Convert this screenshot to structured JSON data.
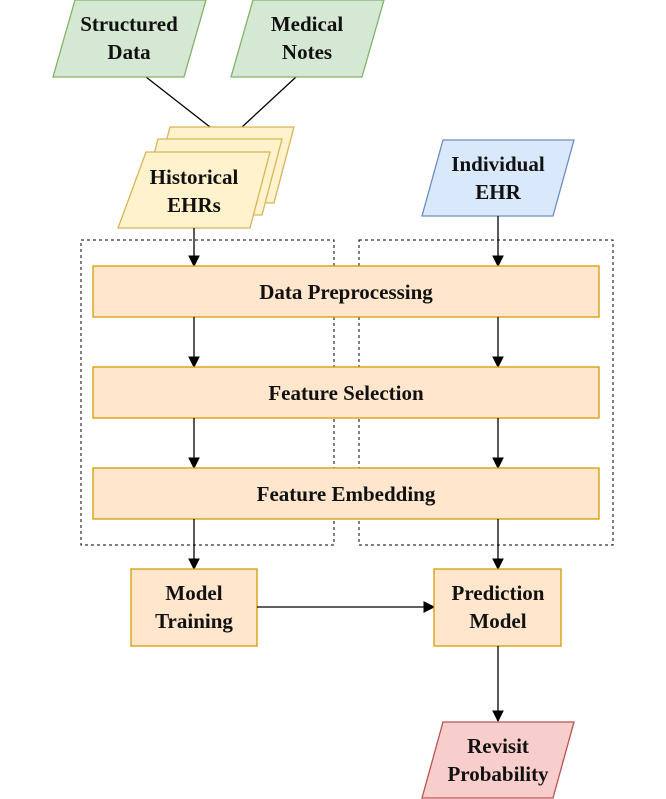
{
  "inputs": {
    "structured_data": [
      "Structured",
      "Data"
    ],
    "medical_notes": [
      "Medical",
      "Notes"
    ],
    "historical_ehrs": [
      "Historical",
      "EHRs"
    ],
    "individual_ehr": [
      "Individual",
      "EHR"
    ]
  },
  "pipeline": {
    "data_preprocessing": "Data Preprocessing",
    "feature_selection": "Feature Selection",
    "feature_embedding": "Feature Embedding"
  },
  "models": {
    "model_training": [
      "Model",
      "Training"
    ],
    "prediction_model": [
      "Prediction",
      "Model"
    ]
  },
  "output": {
    "revisit_probability": [
      "Revisit",
      "Probability"
    ]
  },
  "colors": {
    "green_fill": "#d5e8d4",
    "green_stroke": "#82b366",
    "yellow_fill": "#fff2cc",
    "yellow_stroke": "#d6b656",
    "blue_fill": "#dae8fc",
    "blue_stroke": "#6c8ebf",
    "orange_fill": "#ffe6cc",
    "orange_stroke": "#d79b00",
    "red_fill": "#f8cecc",
    "red_stroke": "#b85450"
  }
}
